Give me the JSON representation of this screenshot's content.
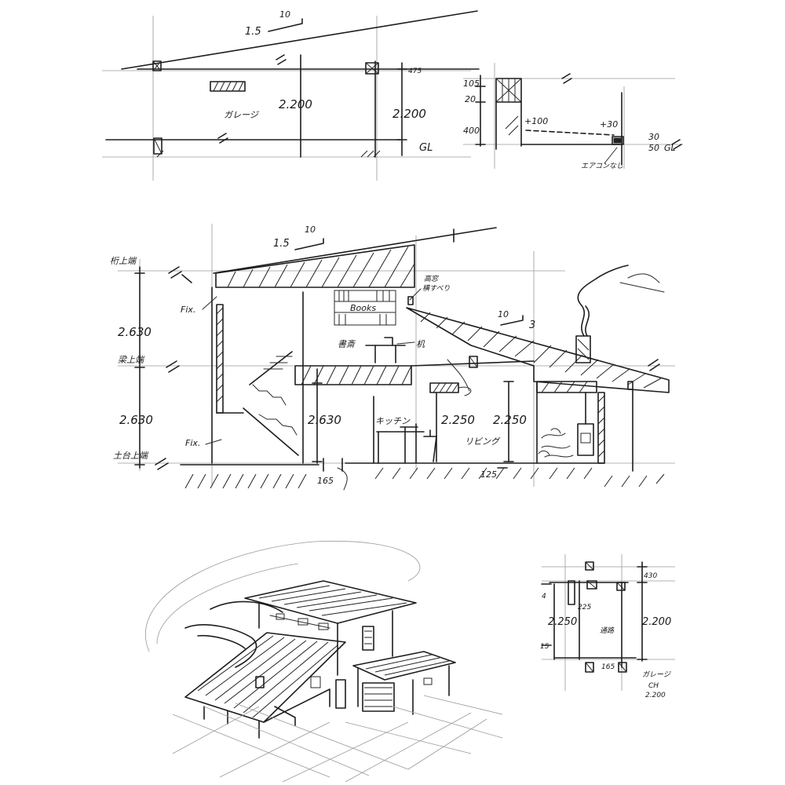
{
  "section_garage": {
    "slope_rise": "1.5",
    "slope_run": "10",
    "room_label": "ガレージ",
    "height": "2.200",
    "height_right": "2.200",
    "dim_top": "475",
    "gl": "GL"
  },
  "detail_step": {
    "dim_105": "105",
    "dim_20": "20",
    "dim_400": "400",
    "plus100": "+100",
    "plus30": "+30",
    "dim_30": "30",
    "dim_50": "50",
    "gl": "GL",
    "note": "エアコンなし"
  },
  "section_main": {
    "slope_rise": "1.5",
    "slope_run": "10",
    "slope2_run": "10",
    "slope2_rise": "3",
    "label_roof_top": "桁上端",
    "label_beam_top": "梁上端",
    "label_base_top": "土台上端",
    "upper_height": "2.630",
    "lower_height": "2.630",
    "stair_height": "2.630",
    "kitchen_height": "2.250",
    "living_height": "2.250",
    "fix_upper": "Fix.",
    "fix_lower": "Fix.",
    "books": "Books",
    "study": "書斎",
    "desk": "机",
    "high_window_note": "高窓\n横すべり",
    "kitchen": "キッチン",
    "living": "リビング",
    "dim_165": "165",
    "dim_125": "125"
  },
  "detail_small": {
    "dim_430": "430",
    "dim_225": "225",
    "dim_2250": "2.250",
    "dim_2200": "2.200",
    "dim_165": "165",
    "room_note": "通路",
    "garage": "ガレージ",
    "ch": "CH",
    "ch_value": "2.200",
    "mark_a": "4",
    "mark_b": "15"
  }
}
